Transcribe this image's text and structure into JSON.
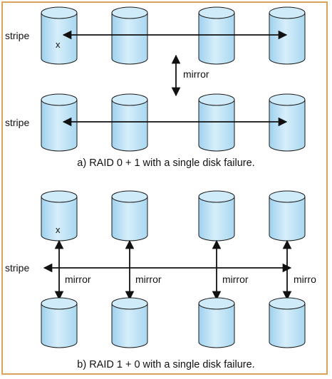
{
  "labels": {
    "stripe": "stripe",
    "mirror": "mirror",
    "failed_marker": "x",
    "clipped_mirror": "mirro"
  },
  "captions": {
    "a": "a) RAID 0 + 1 with a single disk failure.",
    "b": "b) RAID 1 + 0 with a single disk failure."
  },
  "colors": {
    "disk_fill": "#bfe2f5",
    "disk_top": "#d8eef9",
    "disk_stroke": "#1a1a1a",
    "frame": "#d9a35a",
    "arrow": "#111111"
  }
}
